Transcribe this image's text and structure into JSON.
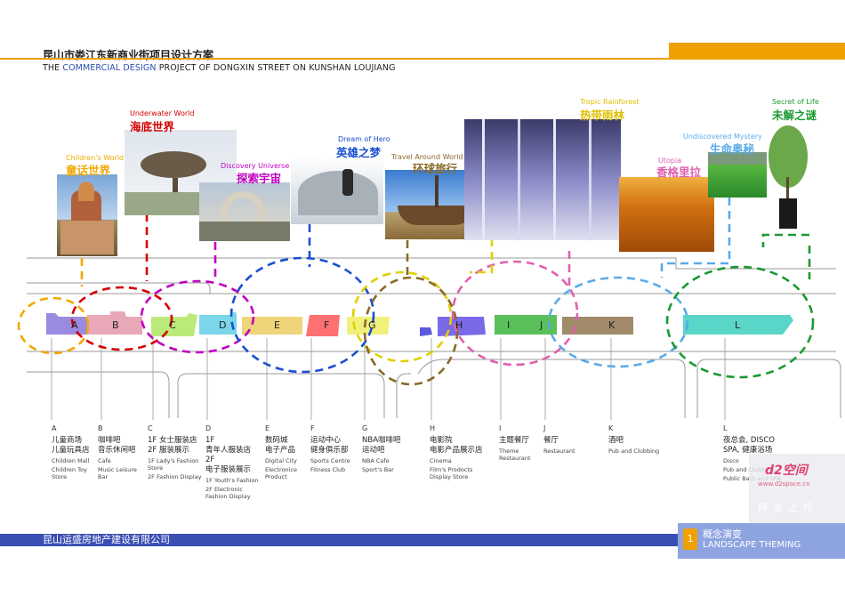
{
  "header": {
    "title_cn": "昆山市娄江东新商业街项目设计方案",
    "title_en_pre": "THE ",
    "title_en_accent": "COMMERCIAL DESIGN",
    "title_en_post": " PROJECT OF DONGXIN STREET ON KUNSHAN LOUJIANG"
  },
  "footer": {
    "company": "昆山运盛房地产建设有限公司",
    "page_number": "1",
    "theme_cn": "概念演变",
    "theme_en": "LANDSCAPE THEMING"
  },
  "themes": [
    {
      "en": "Children's World",
      "cn": "童话世界",
      "color": "#f0a800"
    },
    {
      "en": "Underwater World",
      "cn": "海底世界",
      "color": "#d40000"
    },
    {
      "en": "Discovery Universe",
      "cn": "探索宇宙",
      "color": "#c000c0"
    },
    {
      "en": "Dream of Hero",
      "cn": "英雄之梦",
      "color": "#1a4fd0"
    },
    {
      "en": "Travel Around World",
      "cn": "环球旅行",
      "color": "#8a6a2a"
    },
    {
      "en": "Tropic Rainforest",
      "cn": "热带雨林",
      "color": "#e0c000"
    },
    {
      "en": "Utopia",
      "cn": "香格里拉",
      "color": "#e060b0"
    },
    {
      "en": "Undiscovered Mystery",
      "cn": "生命奥秘",
      "color": "#5aaae8"
    },
    {
      "en": "Secret  of Life",
      "cn": "未解之谜",
      "color": "#1a9a30"
    }
  ],
  "zones": [
    "A",
    "B",
    "C",
    "D",
    "E",
    "F",
    "G",
    "H",
    "I",
    "J",
    "K",
    "L"
  ],
  "legend": [
    {
      "letter": "A",
      "cn": [
        "儿童商场",
        "儿童玩具店"
      ],
      "en": [
        "Children Mall",
        "Children Toy Store"
      ]
    },
    {
      "letter": "B",
      "cn": [
        "咖啡吧",
        "音乐休闲吧"
      ],
      "en": [
        "Cafe",
        "Music Leisure Bar"
      ]
    },
    {
      "letter": "C",
      "cn": [
        "1F  女士服装店",
        "2F  服装展示"
      ],
      "en": [
        "1F Lady's Fashion Store",
        "2F Fashion Display"
      ]
    },
    {
      "letter": "D",
      "cn": [
        "1F",
        "青年人服装店",
        "2F",
        "电子服装展示"
      ],
      "en": [
        "1F Youth's Fashion",
        "2F Electronic Fashion Display"
      ]
    },
    {
      "letter": "E",
      "cn": [
        "数码城",
        "电子产品"
      ],
      "en": [
        "Digital City",
        "Electronice Product"
      ]
    },
    {
      "letter": "F",
      "cn": [
        "运动中心",
        "健身俱乐部"
      ],
      "en": [
        "Sports Centre",
        "Fitness Club"
      ]
    },
    {
      "letter": "G",
      "cn": [
        "NBA咖啡吧",
        "运动吧"
      ],
      "en": [
        "NBA Cafe",
        "Sport's Bar"
      ]
    },
    {
      "letter": "H",
      "cn": [
        "电影院",
        "电影产品展示店"
      ],
      "en": [
        "Cinema",
        "Film's Prodocts Display Store"
      ]
    },
    {
      "letter": "I",
      "cn": [
        "主题餐厅"
      ],
      "en": [
        "Theme Restaurant"
      ]
    },
    {
      "letter": "J",
      "cn": [
        "餐厅"
      ],
      "en": [
        "Restaurant"
      ]
    },
    {
      "letter": "K",
      "cn": [
        "酒吧"
      ],
      "en": [
        "Pub and Clubbing"
      ]
    },
    {
      "letter": "L",
      "cn": [
        "夜总会, DISCO",
        "SPA,  健康浴场"
      ],
      "en": [
        "Disco",
        "Pub and Clubbing",
        "Public Bath and SPA"
      ]
    }
  ],
  "watermark": {
    "brand": "d2空间",
    "url": "www.d2space.cn",
    "upload": "网友上传"
  }
}
